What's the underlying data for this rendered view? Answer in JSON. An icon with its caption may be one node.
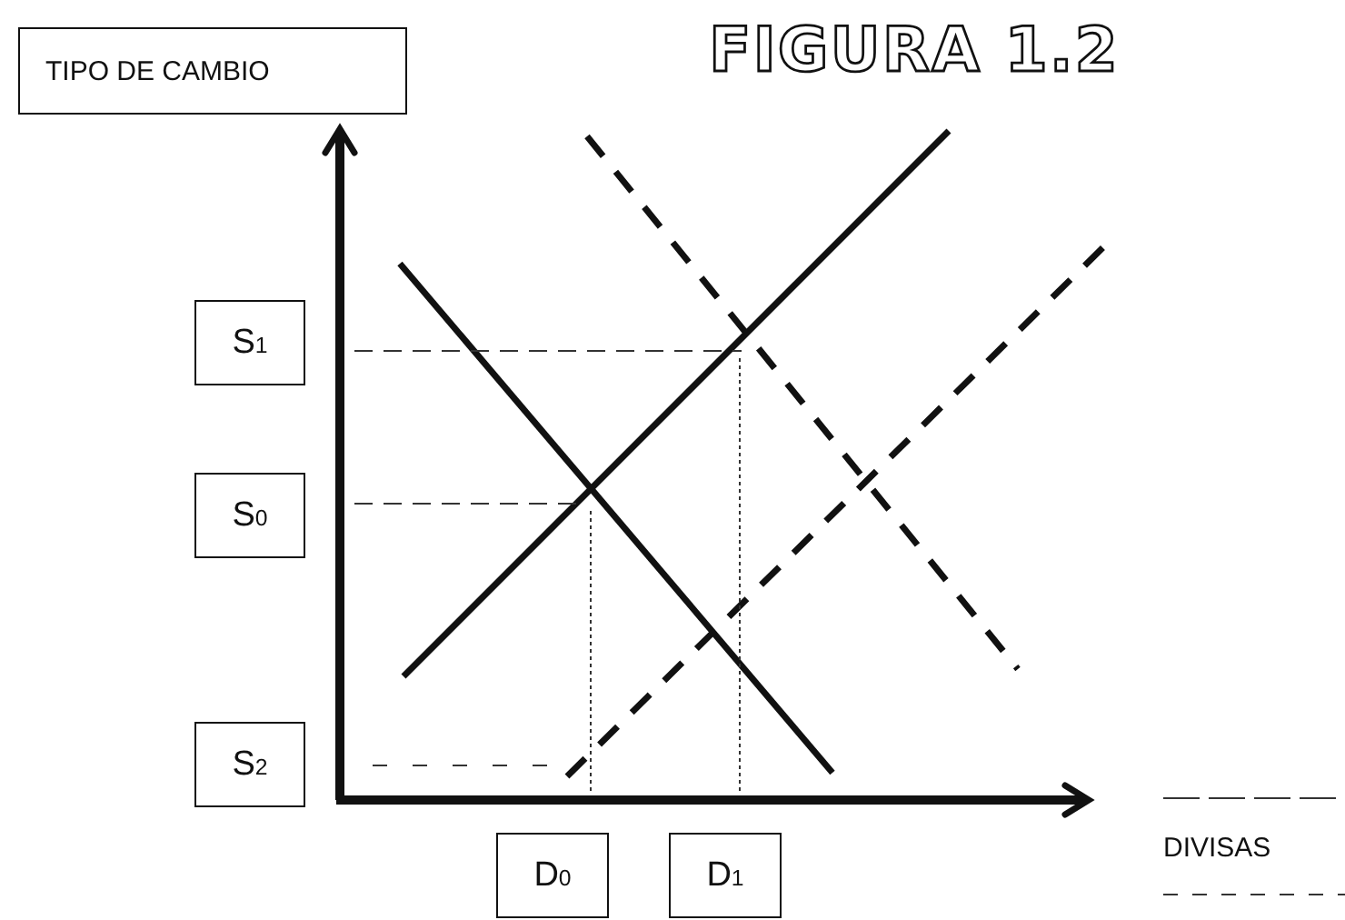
{
  "diagram": {
    "title": "FIGURA 1.2",
    "nodes": [
      {
        "text": [
          "TIPO DE CAMBIO"
        ]
      },
      {
        "text": [
          "S$_{1}$"
        ]
      },
      {
        "text": [
          "S$_{0}$"
        ]
      },
      {
        "text": [
          "S$_{2}$"
        ]
      },
      {
        "text": [
          "D$_{0}$"
        ]
      },
      {
        "text": [
          "D$_{1}$"
        ]
      }
    ],
    "labels": [
      "DIVISAS"
    ]
  }
}
